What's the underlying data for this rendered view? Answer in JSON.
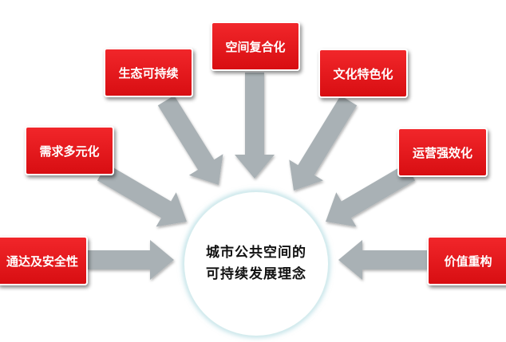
{
  "center": {
    "line1": "城市公共空间的",
    "line2": "可持续发展理念"
  },
  "nodes": [
    {
      "id": "n1",
      "label": "空间复合化"
    },
    {
      "id": "n2",
      "label": "生态可持续"
    },
    {
      "id": "n3",
      "label": "文化特色化"
    },
    {
      "id": "n4",
      "label": "需求多元化"
    },
    {
      "id": "n5",
      "label": "运营强效化"
    },
    {
      "id": "n6",
      "label": "通达及安全性"
    },
    {
      "id": "n7",
      "label": "价值重构"
    }
  ],
  "colors": {
    "box": "#e01519",
    "arrow": "#a9b1b5",
    "circle_glow": "#96cdd7"
  }
}
